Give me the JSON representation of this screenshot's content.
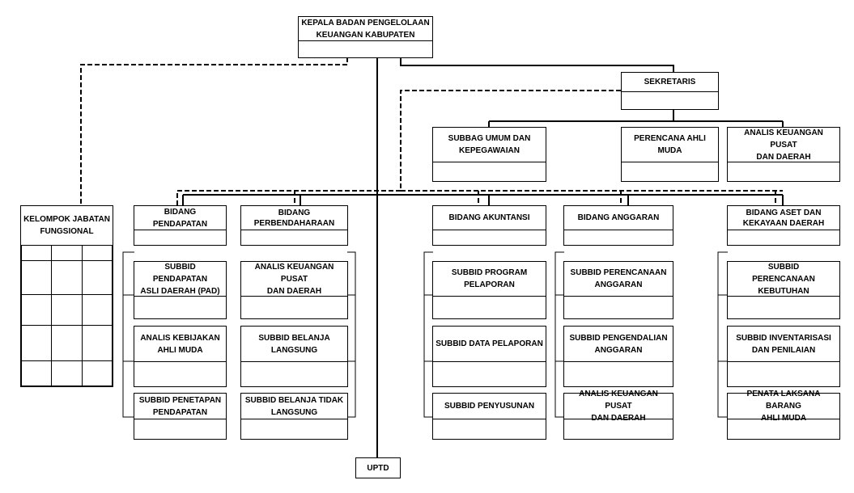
{
  "head": {
    "line1": "KEPALA BADAN PENGELOLAAN",
    "line2": "KEUANGAN KABUPATEN"
  },
  "sekretaris": {
    "label": "SEKRETARIS"
  },
  "secretariat_units": {
    "subbag_umum": {
      "line1": "SUBBAG UMUM DAN",
      "line2": "KEPEGAWAIAN"
    },
    "perencana": {
      "line1": "PERENCANA AHLI MUDA"
    },
    "analis_keuangan": {
      "line1": "ANALIS KEUANGAN PUSAT",
      "line2": "DAN DAERAH"
    }
  },
  "kelompok": {
    "line1": "KELOMPOK JABATAN",
    "line2": "FUNGSIONAL"
  },
  "bidang": {
    "pendapatan": {
      "label": {
        "line1": "BIDANG  PENDAPATAN"
      },
      "subs": [
        {
          "line1": "SUBBID PENDAPATAN",
          "line2": "ASLI DAERAH (PAD)"
        },
        {
          "line1": "ANALIS KEBIJAKAN",
          "line2": "AHLI MUDA"
        },
        {
          "line1": "SUBBID PENETAPAN",
          "line2": "PENDAPATAN"
        }
      ]
    },
    "perbendaharaan": {
      "label": {
        "line1": "BIDANG",
        "line2": "PERBENDAHARAAN"
      },
      "subs": [
        {
          "line1": "ANALIS KEUANGAN PUSAT",
          "line2": "DAN DAERAH"
        },
        {
          "line1": "SUBBID BELANJA",
          "line2": "LANGSUNG"
        },
        {
          "line1": "SUBBID BELANJA TIDAK",
          "line2": "LANGSUNG"
        }
      ]
    },
    "akuntansi": {
      "label": {
        "line1": "BIDANG AKUNTANSI"
      },
      "subs": [
        {
          "line1": "SUBBID PROGRAM",
          "line2": "PELAPORAN"
        },
        {
          "line1": "SUBBID DATA PELAPORAN"
        },
        {
          "line1": "SUBBID PENYUSUNAN"
        }
      ]
    },
    "anggaran": {
      "label": {
        "line1": "BIDANG ANGGARAN"
      },
      "subs": [
        {
          "line1": "SUBBID PERENCANAAN",
          "line2": "ANGGARAN"
        },
        {
          "line1": "SUBBID PENGENDALIAN",
          "line2": "ANGGARAN"
        },
        {
          "line1": "ANALIS KEUANGAN PUSAT",
          "line2": "DAN DAERAH"
        }
      ]
    },
    "aset": {
      "label": {
        "line1": "BIDANG ASET DAN",
        "line2": "KEKAYAAN DAERAH"
      },
      "subs": [
        {
          "line1": "SUBBID",
          "line2": "PERENCANAAN",
          "line3": "KEBUTUHAN"
        },
        {
          "line1": "SUBBID INVENTARISASI",
          "line2": "DAN PENILAIAN"
        },
        {
          "line1": "PENATA LAKSANA BARANG",
          "line2": "AHLI MUDA"
        }
      ]
    }
  },
  "uptd": {
    "label": "UPTD"
  }
}
